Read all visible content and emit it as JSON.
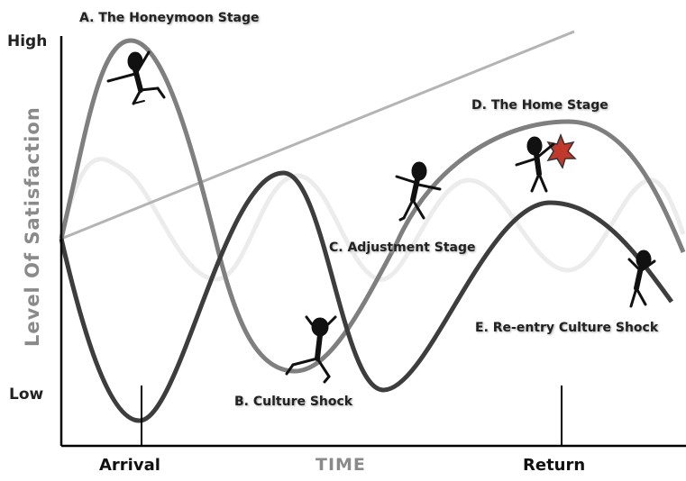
{
  "diagram": {
    "y_axis_label": "Level Of Satisfaction",
    "x_axis_label": "TIME",
    "y_high": "High",
    "y_low": "Low",
    "x_ticks": [
      "Arrival",
      "Return"
    ],
    "stages": {
      "a": "A. The Honeymoon Stage",
      "b": "B. Culture Shock",
      "c": "C. Adjustment Stage",
      "d": "D. The Home Stage",
      "e": "E. Re-entry Culture Shock"
    },
    "colors": {
      "curve_gray": "#7f7f7f",
      "curve_dark": "#3d3d3d",
      "faint_curve": "#ececec",
      "trend_line": "#b4b4b4",
      "axis": "#000000",
      "figure": "#111111",
      "burst": "#c0392b"
    },
    "icons": [
      "stick-figure-excited",
      "stick-figure-distressed",
      "stick-figure-reaching",
      "stick-figure-burst",
      "stick-figure-worried"
    ]
  }
}
